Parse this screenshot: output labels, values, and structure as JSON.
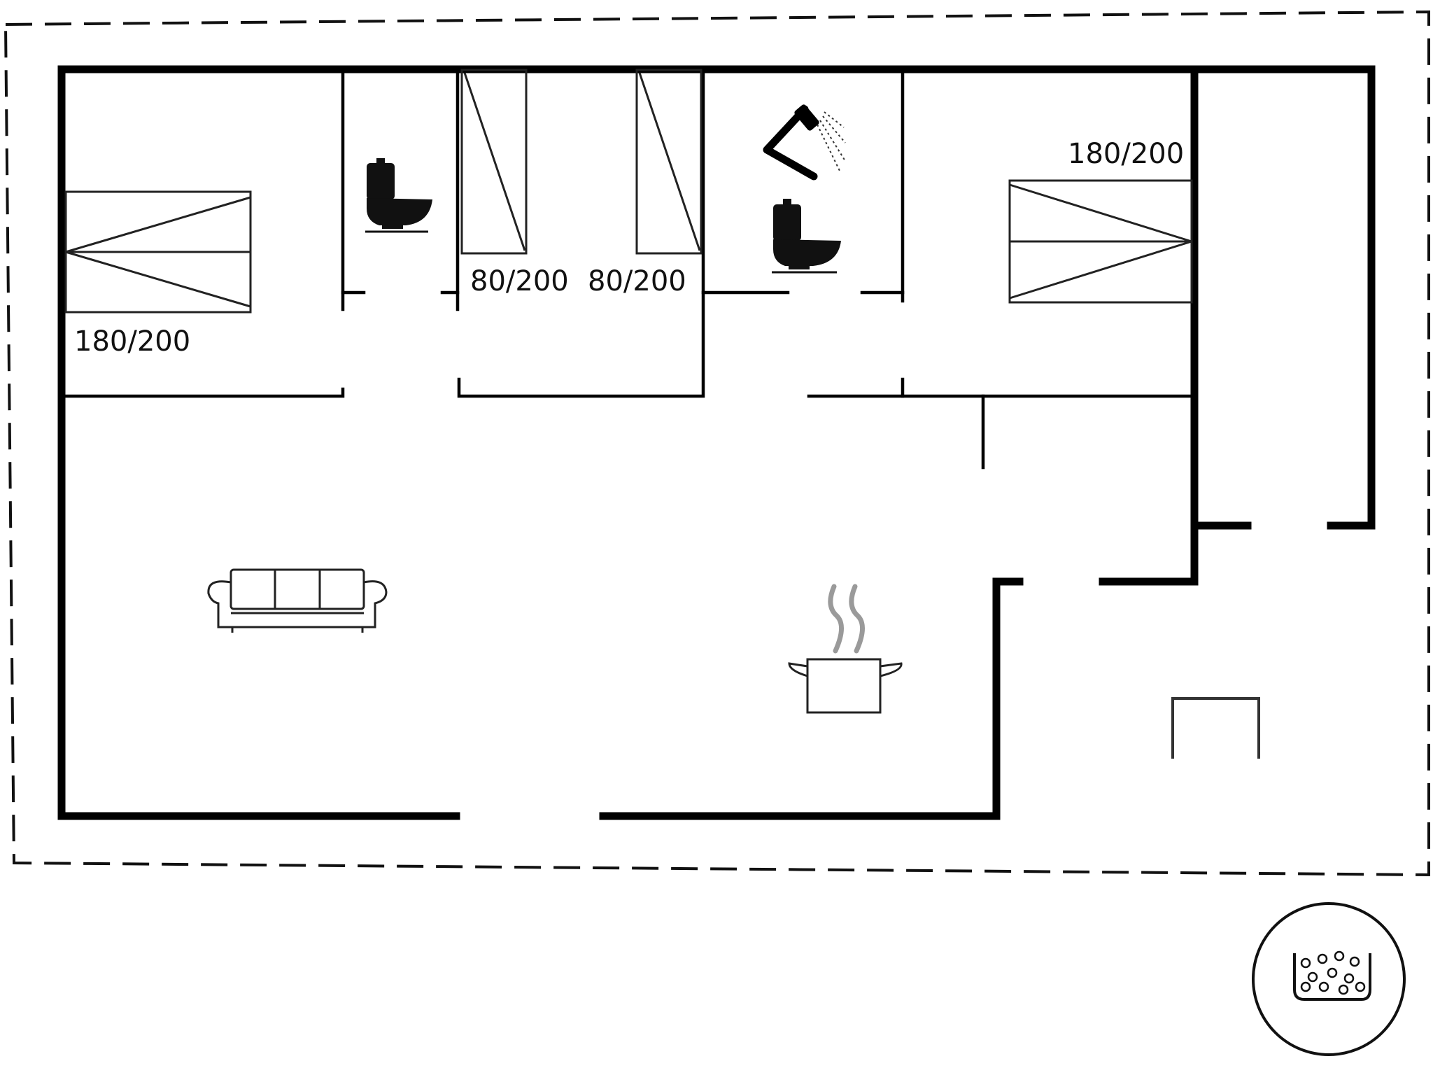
{
  "bed_labels": {
    "bedroom_1": "180/200",
    "bedroom_2_single_a": "80/200",
    "bedroom_2_single_b": "80/200",
    "bedroom_3": "180/200"
  },
  "icons": [
    "double-bed-icon",
    "single-bed-icon",
    "toilet-icon",
    "shower-icon",
    "sofa-icon",
    "cooking-pot-icon",
    "hot-tub-icon",
    "table-icon"
  ],
  "colors": {
    "wall": "#000000",
    "fixture": "#222222",
    "steam": "#9a9a9a",
    "background": "#ffffff"
  }
}
